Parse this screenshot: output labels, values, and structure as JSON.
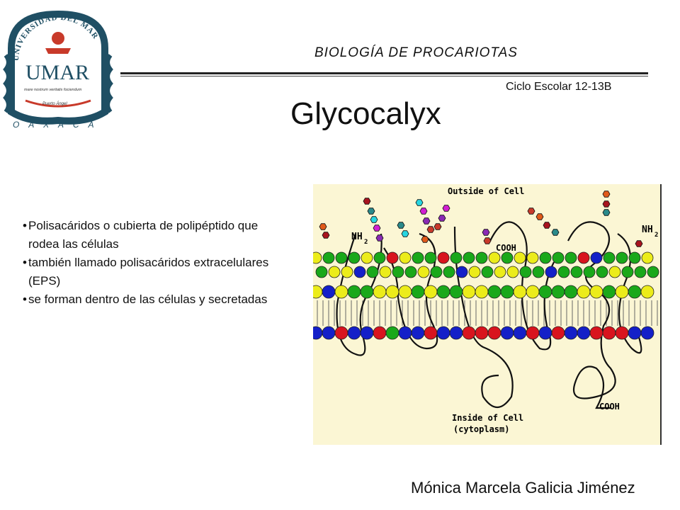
{
  "header": {
    "course_title": "BIOLOGÍA DE PROCARIOTAS",
    "cycle": "Ciclo Escolar 12-13B"
  },
  "logo": {
    "arc_text": "UNIVERSIDAD DEL MAR",
    "monogram": "UMAR",
    "motto": "mare nostrum veritatis fociendum",
    "place": "Puerto Ángel",
    "state": "O A X A C A"
  },
  "slide": {
    "title": "Glycocalyx",
    "bullets": [
      "Polisacáridos o cubierta de polipéptido que rodea las células",
      "también llamado polisacáridos extracelulares (EPS)",
      "se forman dentro de las células y secretadas"
    ]
  },
  "diagram": {
    "outside_label": "Outside of Cell",
    "inside_label_1": "Inside of Cell",
    "inside_label_2": "(cytoplasm)",
    "nh2_left": "NH",
    "nh2_right": "NH",
    "sub2": "2",
    "cooh_top": "COOH",
    "cooh_bottom": "COOH",
    "colors": {
      "background": "#fbf6d4",
      "green": "#1aa81a",
      "yellow": "#ecec1a",
      "red": "#d8141e",
      "blue": "#1420c8"
    }
  },
  "footer": {
    "author": "Mónica Marcela Galicia Jiménez"
  }
}
